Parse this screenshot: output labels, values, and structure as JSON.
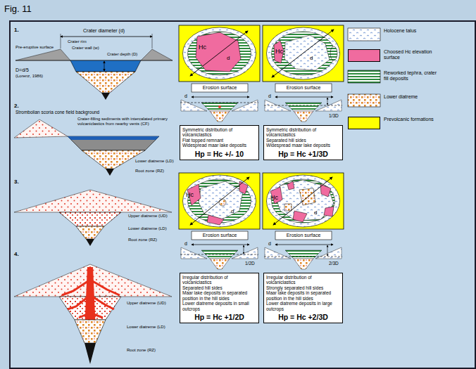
{
  "diagram": {
    "title": "Fig. 11",
    "nodes": [
      {
        "text": [
          "Symmetric distribution of volcaniclastics",
          "Flat topped remnant",
          "Widespread maar lake deposits",
          "Hp = Hc +/- 10"
        ]
      },
      {
        "text": [
          "Symmetric distribution of volcaniclastics",
          "Separated hill sides",
          "Widespread maar lake deposits",
          "Hp = Hc +1/3D"
        ]
      },
      {
        "text": [
          "Irregular distribution of volcaniclastics",
          "Separated hill sides",
          "Maar lake deposits in separated position in the hill sides",
          "Lower diatreme deposits in small outcrops",
          "Hp = Hc +1/2D"
        ]
      },
      {
        "text": [
          "Irregular distribution of volcaniclastics",
          "Strongly separated hill sides",
          "Maar lake deposits in separated position in the hill sides",
          "Lower diatreme deposits in large outcrops",
          "Hp = Hc +2/3D"
        ]
      }
    ],
    "labels": [
      "1.",
      "Crater diameter (d)",
      "Crater rim",
      "Pre-eruptive surface",
      "Crater wall (w)",
      "Crater depth (D)",
      "D=d/5",
      "(Lorenz, 1986)",
      "2.",
      "Strombolian scoria cone field background",
      "Crater-filling sediments with intercalated primary volcaniclastics from nearby vents (CF)",
      "Lower diatreme (LD)",
      "Root zone (RZ)",
      "3.",
      "Upper diatreme (UD)",
      "Lower diatreme (LD)",
      "Root zone (RZ)",
      "4.",
      "Upper diatreme (UD)",
      "Lower diatreme (LD)",
      "Root zone (RZ)",
      "Hc",
      "d",
      "Erosion surface",
      "d",
      "Hc",
      "d",
      "Erosion surface",
      "d",
      "1/3D",
      "Hc",
      "d",
      "Erosion surface",
      "d",
      "1/2D",
      "Hc",
      "d",
      "Erosion surface",
      "d",
      "2/3D"
    ],
    "legend": [
      {
        "text": "Holocene talus"
      },
      {
        "text": "Choosed Hc elevation surface",
        "color": "#f06b9f"
      },
      {
        "text": "Reworked tephra, crater fill deposits"
      },
      {
        "text": "Lower diatreme"
      },
      {
        "text": "Prevolcanic formations",
        "color": "#ffff00"
      }
    ]
  }
}
